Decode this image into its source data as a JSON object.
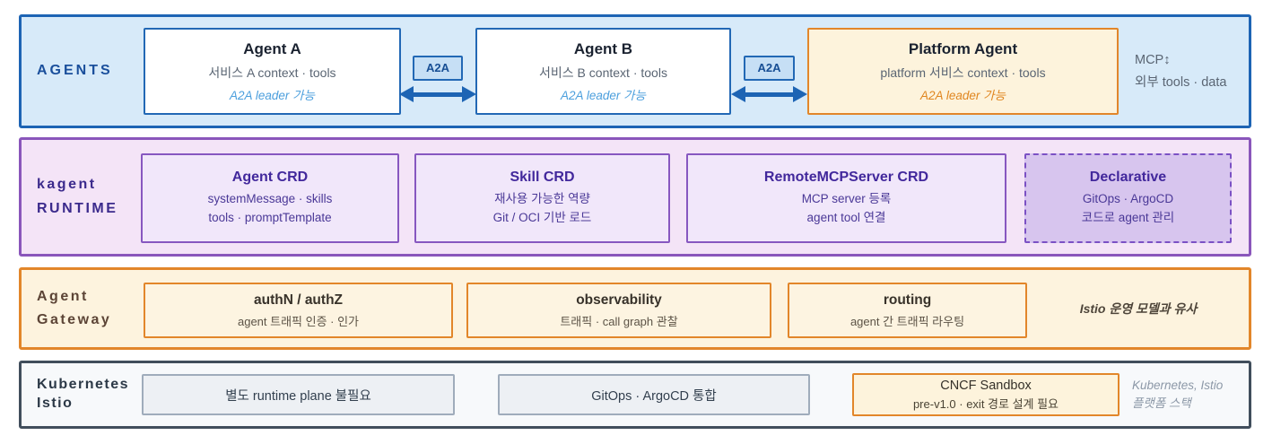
{
  "colors": {
    "agents_accent": "#1D64B4",
    "runtime_accent": "#8A56BB",
    "gateway_accent": "#E2862A",
    "kubernetes_accent": "#414E5C",
    "agents_fill": "#D7EAF9",
    "runtime_fill": "#F4E4F7",
    "gateway_fill": "#FDF3DE",
    "kubernetes_fill": "#F7F9FB"
  },
  "agents": {
    "label": "AGENTS",
    "a2a_label": "A2A",
    "agent_a": {
      "title": "Agent A",
      "subtitle": "서비스 A context · tools",
      "note": "A2A leader 가능"
    },
    "agent_b": {
      "title": "Agent B",
      "subtitle": "서비스 B context · tools",
      "note": "A2A leader 가능"
    },
    "platform": {
      "title": "Platform Agent",
      "subtitle": "platform 서비스 context · tools",
      "note": "A2A leader 가능"
    },
    "mcp_note": {
      "line1": "MCP↕",
      "line2": "외부 tools · data"
    }
  },
  "runtime": {
    "label_line1": "kagent",
    "label_line2": "RUNTIME",
    "agent_crd": {
      "title": "Agent CRD",
      "line1": "systemMessage · skills",
      "line2": "tools · promptTemplate"
    },
    "skill_crd": {
      "title": "Skill CRD",
      "line1": "재사용 가능한 역량",
      "line2": "Git / OCI 기반 로드"
    },
    "remote_mcp_crd": {
      "title": "RemoteMCPServer CRD",
      "line1": "MCP server 등록",
      "line2": "agent tool 연결"
    },
    "declarative": {
      "title": "Declarative",
      "line1": "GitOps · ArgoCD",
      "line2": "코드로 agent 관리"
    }
  },
  "gateway": {
    "label_line1": "Agent",
    "label_line2": "Gateway",
    "authn": {
      "title": "authN / authZ",
      "line1": "agent 트래픽 인증 · 인가"
    },
    "observability": {
      "title": "observability",
      "line1": "트래픽 · call graph 관찰"
    },
    "routing": {
      "title": "routing",
      "line1": "agent 간 트래픽 라우팅"
    },
    "note": "Istio 운영 모델과 유사"
  },
  "kubernetes": {
    "label_line1": "Kubernetes",
    "label_line2": "Istio",
    "runtime_plane": "별도 runtime plane 불필요",
    "gitops": "GitOps · ArgoCD 통합",
    "cncf": {
      "title": "CNCF Sandbox",
      "line1": "pre-v1.0 · exit 경로 설계 필요"
    },
    "note_line1": "Kubernetes, Istio",
    "note_line2": "플랫폼 스택"
  }
}
